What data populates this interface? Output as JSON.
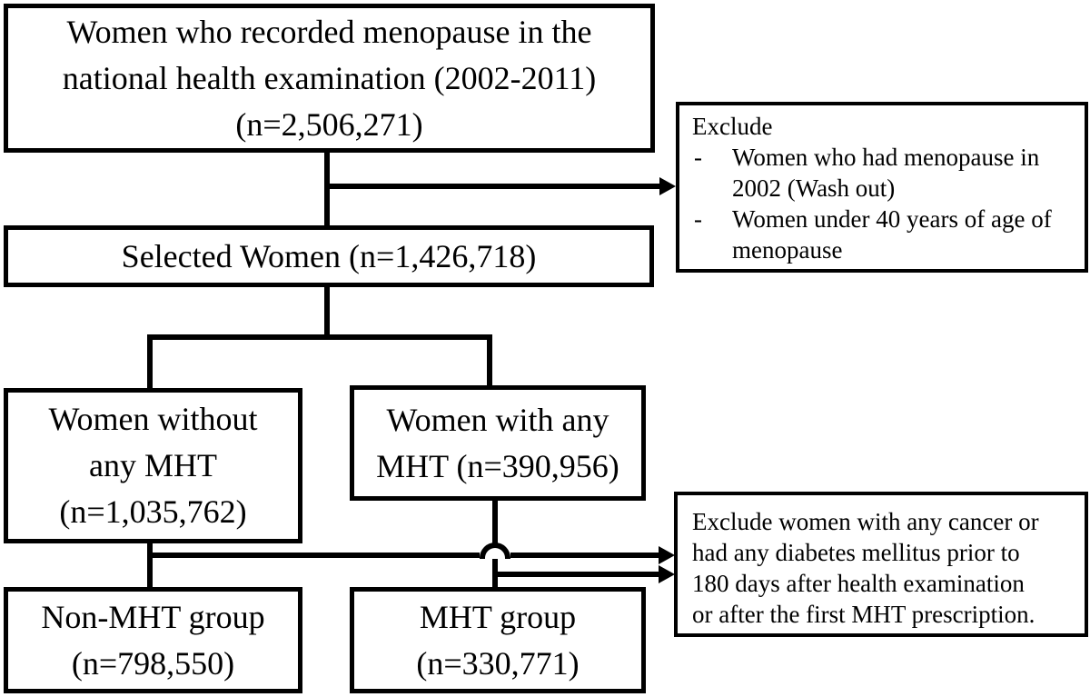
{
  "figure": {
    "background": "#ffffff",
    "ink": "#000000",
    "description": "Participant selection flowchart"
  },
  "boxes": {
    "population": {
      "lines": [
        "Women who recorded menopause in the",
        "national health examination (2002-2011)",
        "(n=2,506,271)"
      ]
    },
    "selected": {
      "lines": [
        "Selected Women (n=1,426,718)"
      ]
    },
    "without_mht": {
      "lines": [
        "Women without",
        "any MHT",
        "(n=1,035,762)"
      ]
    },
    "with_mht": {
      "lines": [
        "Women with any",
        "MHT (n=390,956)"
      ]
    },
    "non_mht_group": {
      "lines": [
        "Non-MHT group",
        "(n=798,550)"
      ]
    },
    "mht_group": {
      "lines": [
        "MHT group",
        "(n=330,771)"
      ]
    },
    "exclude_top": {
      "title": "Exclude",
      "bullet": "-",
      "items": [
        {
          "lines": [
            "Women who had menopause in",
            "2002 (Wash out)"
          ]
        },
        {
          "lines": [
            "Women under 40 years of age of",
            "menopause"
          ]
        }
      ]
    },
    "exclude_bottom": {
      "lines": [
        "Exclude women with any cancer or",
        "had any diabetes mellitus prior to",
        "180 days after health examination",
        "or after the first MHT prescription."
      ]
    }
  }
}
